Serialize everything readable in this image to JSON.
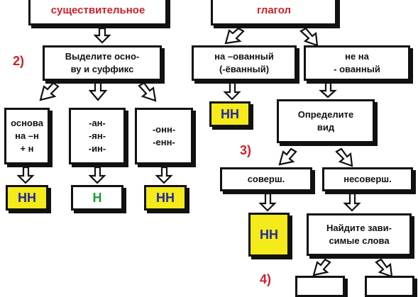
{
  "colors": {
    "outline": "#111111",
    "highlight": "#f5ea1a",
    "nn_text": "#1f2aa0",
    "h_text": "#1e9a3a",
    "step_text": "#d0202a"
  },
  "steps": {
    "s2": "2)",
    "s3": "3)",
    "s4": "4)"
  },
  "nodes": {
    "noun": "существительное",
    "verb": "глагол",
    "find_stem": "Выделите осно-\nву и суффикс",
    "stem_n": "основа\nна –н\n+ н",
    "suffix_an": "-ан-\n-ян-\n-ин-",
    "suffix_onn": "-онн-\n-енн-",
    "nn1": "НН",
    "n1": "Н",
    "nn2": "НН",
    "ovanny": "на –ованный\n(-ёванный)",
    "not_ovanny": "не на\n- ованный",
    "nn3": "НН",
    "define_aspect": "Определите\nвид",
    "perfective": "соверш.",
    "imperfective": "несоверш.",
    "nn4": "НН",
    "find_dependent": "Найдите зави-\nсимые слова"
  }
}
